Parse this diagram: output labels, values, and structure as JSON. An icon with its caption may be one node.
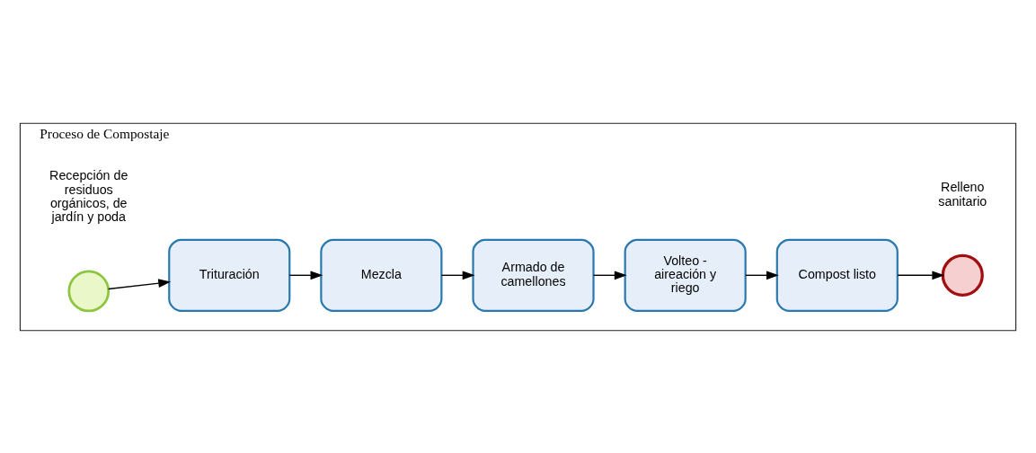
{
  "diagram": {
    "nodes": [
      {
        "text": [
          "Proceso de Compostaje"
        ]
      },
      {
        "text": [],
        "shape": "circle",
        "beside": [
          "Recepción de residuos orgánicos, de jardín y poda"
        ],
        "in": 0
      },
      {
        "text": [
          "Trituración"
        ],
        "in": 0
      },
      {
        "text": [
          "Mezcla"
        ],
        "in": 0
      },
      {
        "text": [
          "Armado de camellones"
        ],
        "in": 0
      },
      {
        "text": [
          "Volteo - aireación y riego"
        ],
        "in": 0
      },
      {
        "text": [
          "Compost listo"
        ],
        "in": 0
      },
      {
        "text": [],
        "shape": "circle",
        "beside": [
          "Relleno sanitario"
        ],
        "in": 0
      }
    ],
    "edges": [
      {
        "from": 1,
        "to": 2,
        "arrow": "to"
      },
      {
        "from": 2,
        "to": 3,
        "arrow": "to"
      },
      {
        "from": 3,
        "to": 4,
        "arrow": "to"
      },
      {
        "from": 4,
        "to": 5,
        "arrow": "to"
      },
      {
        "from": 5,
        "to": 6,
        "arrow": "to"
      },
      {
        "from": 6,
        "to": 7,
        "arrow": "to"
      }
    ]
  }
}
